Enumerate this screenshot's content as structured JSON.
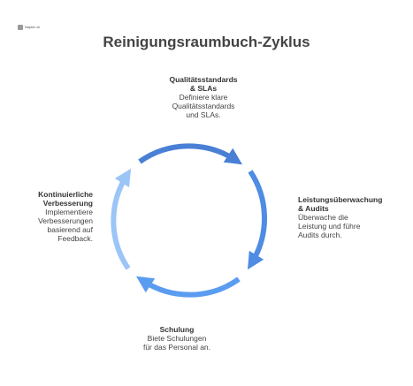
{
  "logo": {
    "text": "Napkin.ai"
  },
  "title": "Reinigungsraumbuch-Zyklus",
  "steps": {
    "top": {
      "title_line1": "Qualitätsstandards",
      "title_line2": "& SLAs",
      "desc_line1": "Definiere klare",
      "desc_line2": "Qualitätsstandards",
      "desc_line3": "und SLAs."
    },
    "right": {
      "title_line1": "Leistungsüberwachung",
      "title_line2": "& Audits",
      "desc_line1": "Überwache die",
      "desc_line2": "Leistung und führe",
      "desc_line3": "Audits durch."
    },
    "bottom": {
      "title_line1": "Schulung",
      "desc_line1": "Biete Schulungen",
      "desc_line2": "für das Personal an."
    },
    "left": {
      "title_line1": "Kontinuierliche",
      "title_line2": "Verbesserung",
      "desc_line1": "Implementiere",
      "desc_line2": "Verbesserungen",
      "desc_line3": "basierend auf",
      "desc_line4": "Feedback."
    }
  },
  "colors": {
    "arrow_top": "#4a7fd6",
    "arrow_right": "#4f8ce3",
    "arrow_bottom": "#5a9cf0",
    "arrow_left": "#9cc5f7"
  }
}
